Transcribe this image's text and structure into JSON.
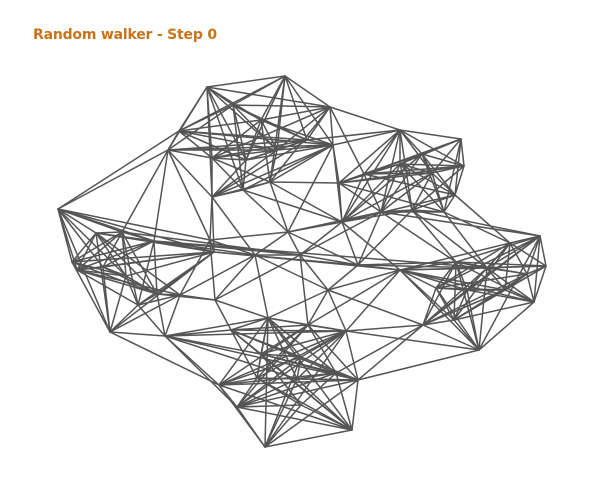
{
  "title": "Random walker - Step 0",
  "colors": {
    "title": "#c8741c",
    "edge": "#555555",
    "background": "#ffffff"
  },
  "graph": {
    "directed": false,
    "node_marker": "none",
    "edge_style": "straight-line"
  }
}
